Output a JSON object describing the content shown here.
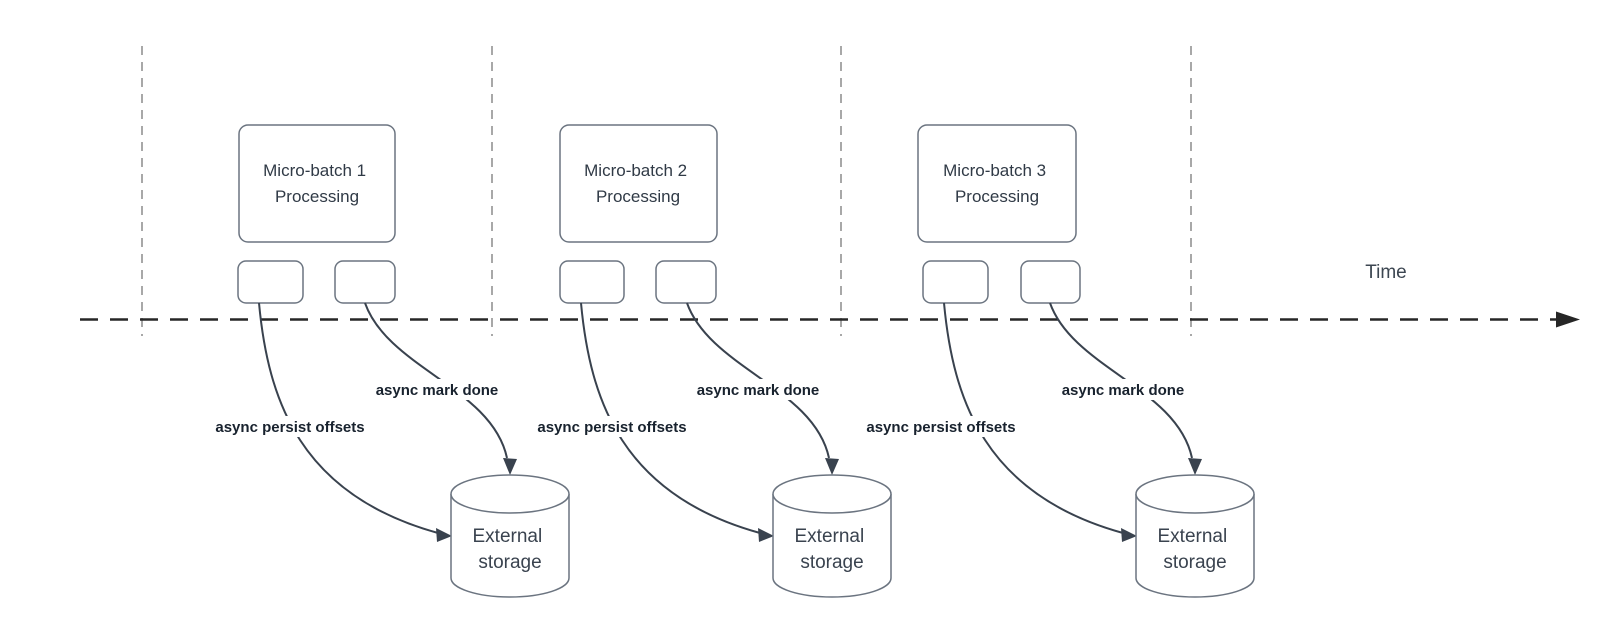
{
  "diagram": {
    "time_axis_label": "Time",
    "groups": [
      {
        "process_line1": "Micro-batch 1",
        "process_line2": "Processing",
        "persist_label": "async persist offsets",
        "mark_label": "async mark done",
        "storage_line1": "External",
        "storage_line2": "storage"
      },
      {
        "process_line1": "Micro-batch 2",
        "process_line2": "Processing",
        "persist_label": "async persist offsets",
        "mark_label": "async mark done",
        "storage_line1": "External",
        "storage_line2": "storage"
      },
      {
        "process_line1": "Micro-batch 3",
        "process_line2": "Processing",
        "persist_label": "async persist offsets",
        "mark_label": "async mark done",
        "storage_line1": "External",
        "storage_line2": "storage"
      }
    ],
    "colors": {
      "background": "#ffffff",
      "shape_border": "#6b7480",
      "arrow": "#39424e",
      "edge_label_text": "#18222e",
      "shape_text": "#303a46",
      "timeline": "#262626",
      "guide_line": "#a8a8a8"
    }
  }
}
